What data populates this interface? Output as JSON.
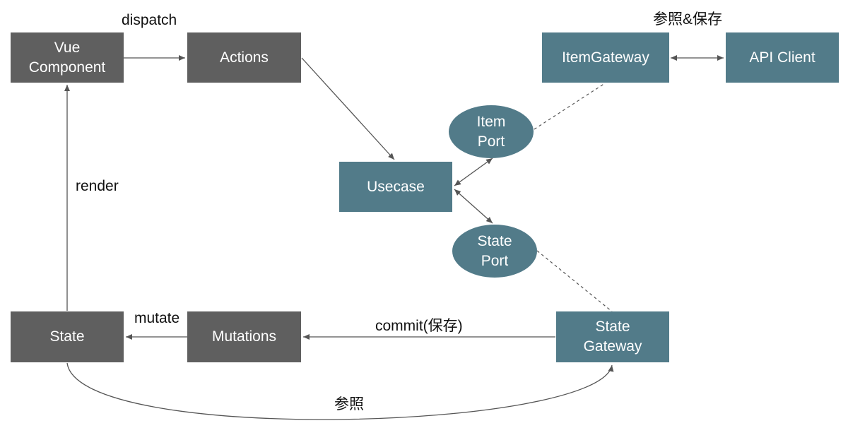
{
  "nodes": {
    "vue_component": "Vue\nComponent",
    "actions": "Actions",
    "usecase": "Usecase",
    "item_gateway": "ItemGateway",
    "api_client": "API Client",
    "item_port": "Item\nPort",
    "state_port": "State\nPort",
    "state": "State",
    "mutations": "Mutations",
    "state_gateway": "State\nGateway"
  },
  "edge_labels": {
    "dispatch": "dispatch",
    "render": "render",
    "mutate": "mutate",
    "commit": "commit(保存)",
    "reference_save": "参照&保存",
    "reference": "参照"
  },
  "colors": {
    "gray_node": "#5f5f5f",
    "teal_node": "#527b89",
    "edge": "#555555"
  }
}
